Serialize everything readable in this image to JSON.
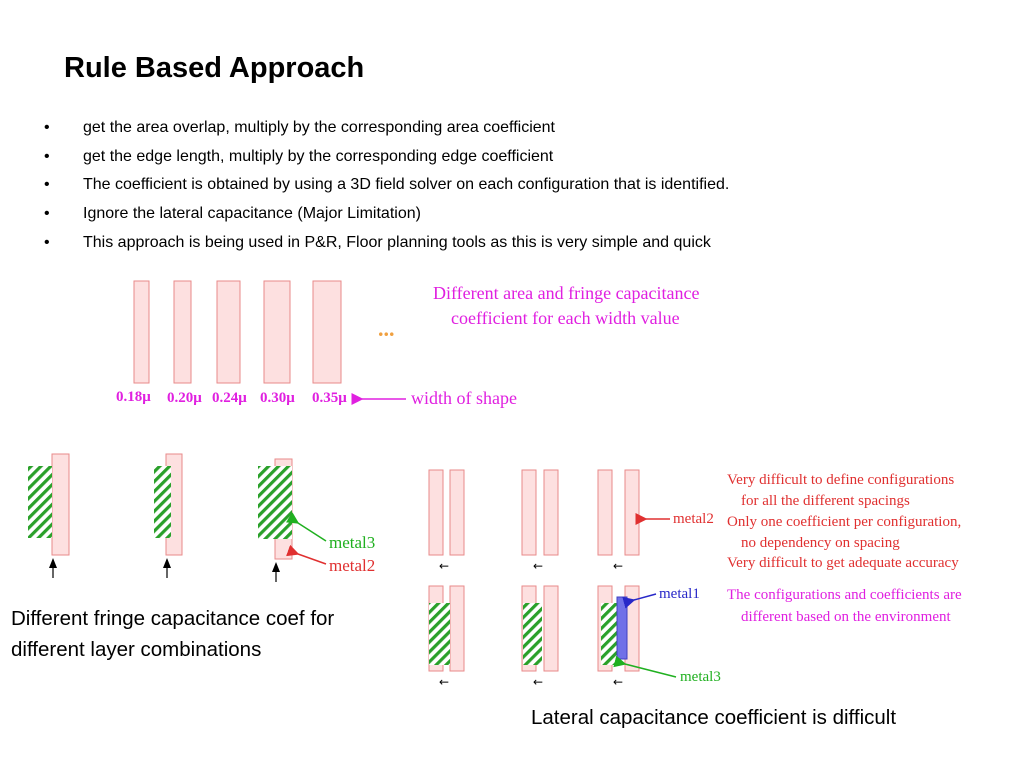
{
  "slide": {
    "title": "Rule Based Approach",
    "bullets": [
      "get the area overlap, multiply by the corresponding area coefficient",
      "get the edge length, multiply by the corresponding edge coefficient",
      "The coefficient is obtained by using a 3D field solver on each configuration that is identified.",
      "Ignore the lateral capacitance (Major Limitation)",
      "This approach is being used in P&R, Floor planning tools as this is very simple and quick"
    ],
    "bullet_symbol": "•"
  },
  "width_diagram": {
    "width_labels": [
      "0.18μ",
      "0.20μ",
      "0.24μ",
      "0.30μ",
      "0.35μ"
    ],
    "ellipsis": "...",
    "note_lines": [
      "Different area and fringe capacitance",
      "coefficient for each width value"
    ],
    "arrow_label": "width of shape"
  },
  "fringe_diagram": {
    "metal3_label": "metal3",
    "metal2_label": "metal2",
    "caption": "Different fringe capacitance coef  for different layer combinations"
  },
  "lateral_diagram": {
    "metal2_label": "metal2",
    "metal1_label": "metal1",
    "metal3_label": "metal3",
    "spacing_arrow": "←",
    "notes_red": [
      "Very difficult to define configurations",
      "for all the different spacings",
      "Only one coefficient per configuration,",
      "no dependency on spacing",
      "Very difficult to get adequate accuracy"
    ],
    "notes_pink": [
      "The configurations and coefficients are",
      "different based on the environment"
    ],
    "caption": "Lateral capacitance coefficient is difficult"
  },
  "colors": {
    "shape_fill": "#fde0e0",
    "shape_stroke": "#e88a8a",
    "metal3_hatch": "#2aa02a",
    "metal1_fill": "#7070e8",
    "label_magenta": "#e020e0",
    "label_red": "#e03030",
    "label_green": "#20b020",
    "label_blue": "#2828c8",
    "ellipsis_orange": "#f0a040"
  }
}
